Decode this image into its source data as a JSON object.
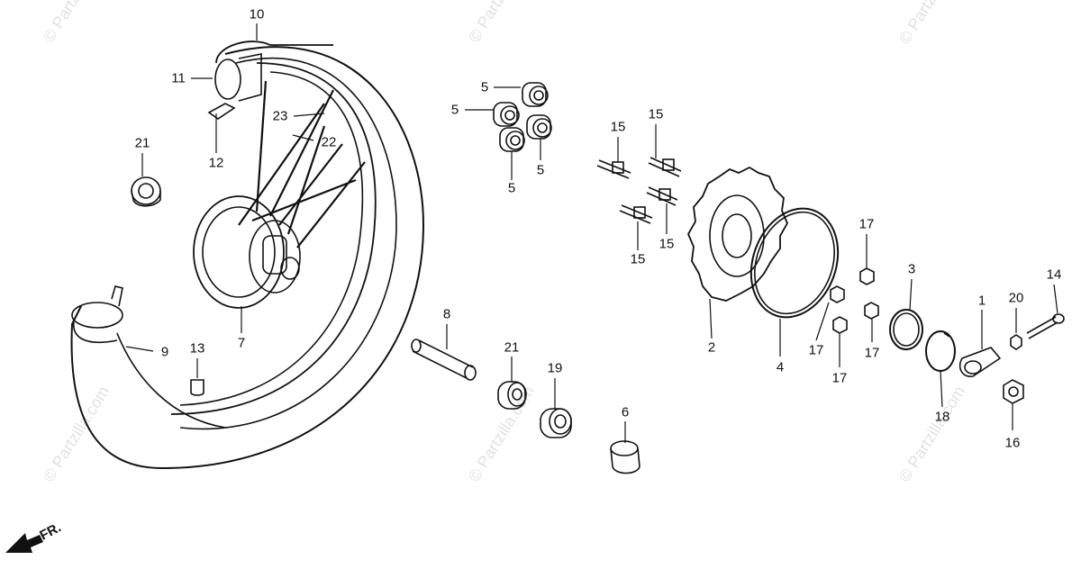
{
  "diagram": {
    "watermark": "© Partzilla.com",
    "direction_label": "FR.",
    "callouts": [
      {
        "id": "c10",
        "label": "10"
      },
      {
        "id": "c11",
        "label": "11"
      },
      {
        "id": "c12",
        "label": "12"
      },
      {
        "id": "c21a",
        "label": "21"
      },
      {
        "id": "c23",
        "label": "23"
      },
      {
        "id": "c22",
        "label": "22"
      },
      {
        "id": "c7",
        "label": "7"
      },
      {
        "id": "c9",
        "label": "9"
      },
      {
        "id": "c13",
        "label": "13"
      },
      {
        "id": "c5a",
        "label": "5"
      },
      {
        "id": "c5b",
        "label": "5"
      },
      {
        "id": "c5c",
        "label": "5"
      },
      {
        "id": "c5d",
        "label": "5"
      },
      {
        "id": "c8",
        "label": "8"
      },
      {
        "id": "c21b",
        "label": "21"
      },
      {
        "id": "c19",
        "label": "19"
      },
      {
        "id": "c6",
        "label": "6"
      },
      {
        "id": "c15a",
        "label": "15"
      },
      {
        "id": "c15b",
        "label": "15"
      },
      {
        "id": "c15c",
        "label": "15"
      },
      {
        "id": "c15d",
        "label": "15"
      },
      {
        "id": "c2",
        "label": "2"
      },
      {
        "id": "c4",
        "label": "4"
      },
      {
        "id": "c17a",
        "label": "17"
      },
      {
        "id": "c17b",
        "label": "17"
      },
      {
        "id": "c17c",
        "label": "17"
      },
      {
        "id": "c17d",
        "label": "17"
      },
      {
        "id": "c3",
        "label": "3"
      },
      {
        "id": "c18",
        "label": "18"
      },
      {
        "id": "c1",
        "label": "1"
      },
      {
        "id": "c20",
        "label": "20"
      },
      {
        "id": "c14",
        "label": "14"
      },
      {
        "id": "c16",
        "label": "16"
      }
    ]
  }
}
